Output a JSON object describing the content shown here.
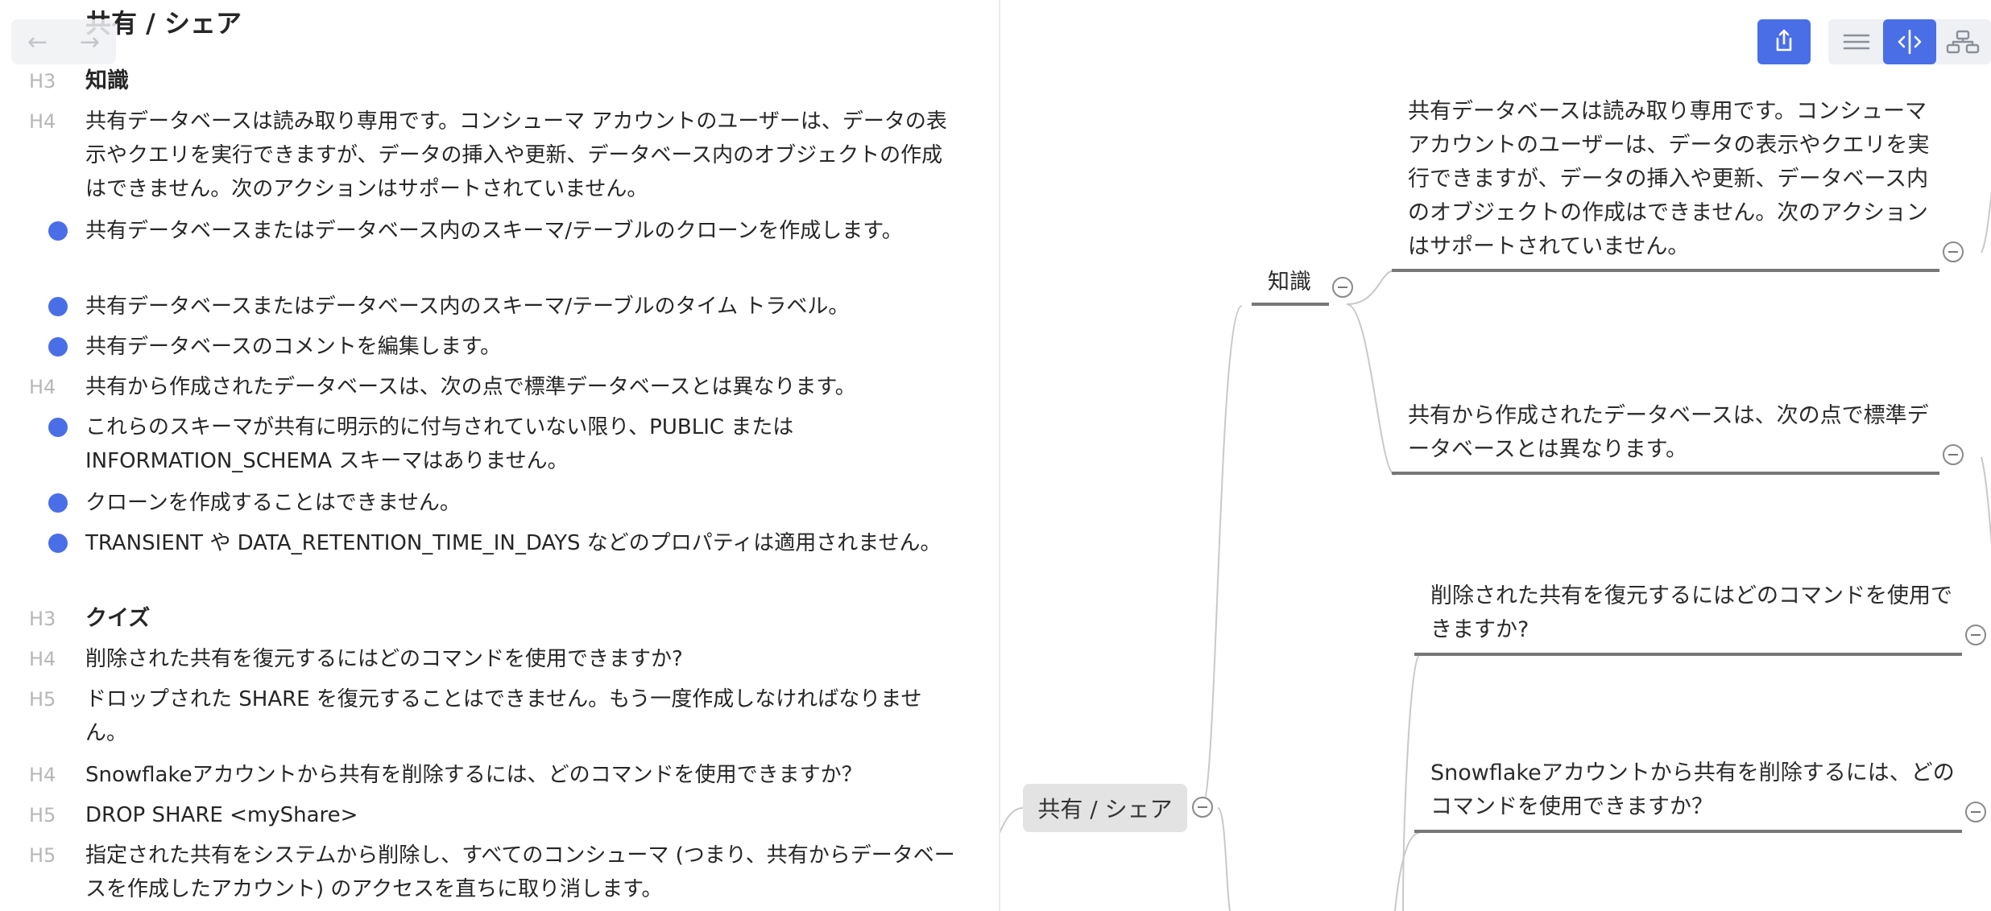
{
  "outline": {
    "nav": {
      "back": "←",
      "forward": "→"
    },
    "rows": [
      {
        "level": "",
        "bullet": false,
        "style": "title",
        "text": "共有 / シェア"
      },
      {
        "level": "H3",
        "bullet": false,
        "style": "h3",
        "text": "知識"
      },
      {
        "level": "H4",
        "bullet": false,
        "style": "",
        "text": "共有データベースは読み取り専用です。コンシューマ アカウントのユーザーは、データの表示やクエリを実行できますが、データの挿入や更新、データベース内のオブジェクトの作成はできません。次のアクションはサポートされていません。"
      },
      {
        "level": "",
        "bullet": true,
        "style": "",
        "text": "共有データベースまたはデータベース内のスキーマ/テーブルのクローンを作成します。"
      },
      {
        "level": "",
        "bullet": true,
        "style": "",
        "text": "共有データベースまたはデータベース内のスキーマ/テーブルのタイム トラベル。"
      },
      {
        "level": "",
        "bullet": true,
        "style": "",
        "text": "共有データベースのコメントを編集します。"
      },
      {
        "level": "H4",
        "bullet": false,
        "style": "",
        "text": "共有から作成されたデータベースは、次の点で標準データベースとは異なります。"
      },
      {
        "level": "",
        "bullet": true,
        "style": "",
        "text": "これらのスキーマが共有に明示的に付与されていない限り、PUBLIC または INFORMATION_SCHEMA スキーマはありません。"
      },
      {
        "level": "",
        "bullet": true,
        "style": "",
        "text": "クローンを作成することはできません。"
      },
      {
        "level": "",
        "bullet": true,
        "style": "",
        "text": "TRANSIENT や DATA_RETENTION_TIME_IN_DAYS などのプロパティは適用されません。"
      },
      {
        "level": "H3",
        "bullet": false,
        "style": "h3",
        "text": "クイズ"
      },
      {
        "level": "H4",
        "bullet": false,
        "style": "",
        "text": "削除された共有を復元するにはどのコマンドを使用できますか?"
      },
      {
        "level": "H5",
        "bullet": false,
        "style": "",
        "text": "ドロップされた SHARE を復元することはできません。もう一度作成しなければなりません。"
      },
      {
        "level": "H4",
        "bullet": false,
        "style": "",
        "text": "Snowflakeアカウントから共有を削除するには、どのコマンドを使用できますか？"
      },
      {
        "level": "H5",
        "bullet": false,
        "style": "",
        "text": "DROP SHARE <myShare>"
      },
      {
        "level": "H5",
        "bullet": false,
        "style": "",
        "text": "指定された共有をシステムから削除し、すべてのコンシューマ (つまり、共有からデータベースを作成したアカウント) のアクセスを直ちに取り消します。"
      }
    ]
  },
  "mindmap": {
    "root": "共有 / シェア",
    "branch_knowledge": "知識",
    "node_readonly": "共有データベースは読み取り専用です。コンシューマ アカウントのユーザーは、データの表示やクエリを実行できますが、データの挿入や更新、データベース内のオブジェクトの作成はできません。次のアクションはサポートされていません。",
    "node_differs": "共有から作成されたデータベースは、次の点で標準データベースとは異なります。",
    "node_restore_q": "削除された共有を復元するにはどのコマンドを使用できますか?",
    "node_delete_q": "Snowflakeアカウントから共有を削除するには、どのコマンドを使用できますか？"
  },
  "toolbar": {
    "share_icon": "share-icon",
    "view_outline_icon": "outline-view-icon",
    "view_split_icon": "split-view-icon",
    "view_mindmap_icon": "mindmap-view-icon",
    "accent": "#4a6ee6"
  }
}
